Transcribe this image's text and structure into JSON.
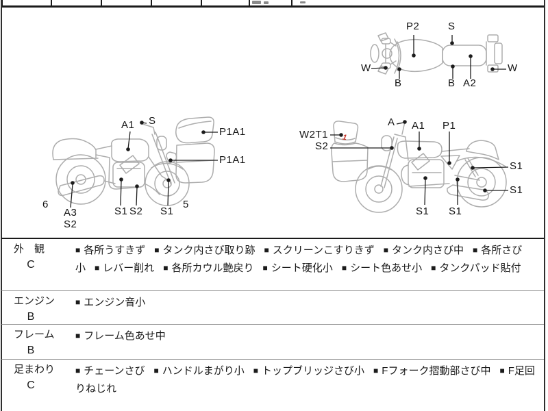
{
  "colors": {
    "drawing_outline": "#adadad",
    "marker_ink": "#1c1c1c",
    "red_annotation": "#c43326",
    "border": "#1a1a1a",
    "row_separator": "#8f8f8f"
  },
  "diagrams": {
    "top_view": {
      "description": "motorcycle top view",
      "labels": [
        "P2",
        "S",
        "W",
        "B",
        "B",
        "A2",
        "W"
      ]
    },
    "left_side_view": {
      "description": "motorcycle left side view with separate cowl parts",
      "labels": [
        "A1",
        "S",
        "P1A1",
        "P1A1",
        "6",
        "A3",
        "S2",
        "S1",
        "S2",
        "S1",
        "5"
      ]
    },
    "right_side_view": {
      "description": "motorcycle right side view with separate cowl part",
      "labels": [
        "W2T1",
        "S2",
        "A",
        "A1",
        "P1",
        "S1",
        "S1",
        "S1",
        "S1"
      ],
      "red_mark": "1"
    }
  },
  "table": {
    "bullet": "■",
    "rows": [
      {
        "category": "外　観",
        "grade": "C",
        "items": [
          "各所うすきず",
          "タンク内さび取り跡",
          "スクリーンこすりきず",
          "タンク内さび中",
          "各所さび小",
          "レバー削れ",
          "各所カウル艶戻り",
          "シート硬化小",
          "シート色あせ小",
          "タンクパッド貼付"
        ]
      },
      {
        "category": "エンジン",
        "grade": "B",
        "items": [
          "エンジン音小"
        ]
      },
      {
        "category": "フレーム",
        "grade": "B",
        "items": [
          "フレーム色あせ中"
        ]
      },
      {
        "category": "足まわり",
        "grade": "C",
        "items": [
          "チェーンさび",
          "ハンドルまがり小",
          "トップブリッジさび小",
          "Fフォーク摺動部さび中",
          "F足回りねじれ"
        ]
      }
    ]
  }
}
